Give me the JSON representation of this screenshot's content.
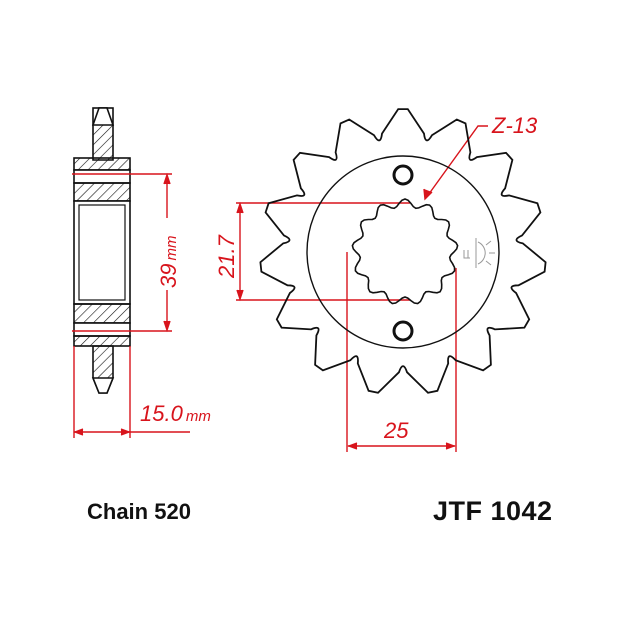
{
  "diagram": {
    "spline_label": "Z-13",
    "dim_thickness": "15.0",
    "dim_thickness_unit": "mm",
    "dim_hub": "39",
    "dim_hub_unit": "mm",
    "dim_spline_minor": "21.7",
    "dim_spline_major": "25",
    "chain_label": "Chain 520",
    "part_number": "JTF 1042",
    "colors": {
      "dimension": "#d8141c",
      "outline": "#111111",
      "logo": "#999999"
    }
  }
}
